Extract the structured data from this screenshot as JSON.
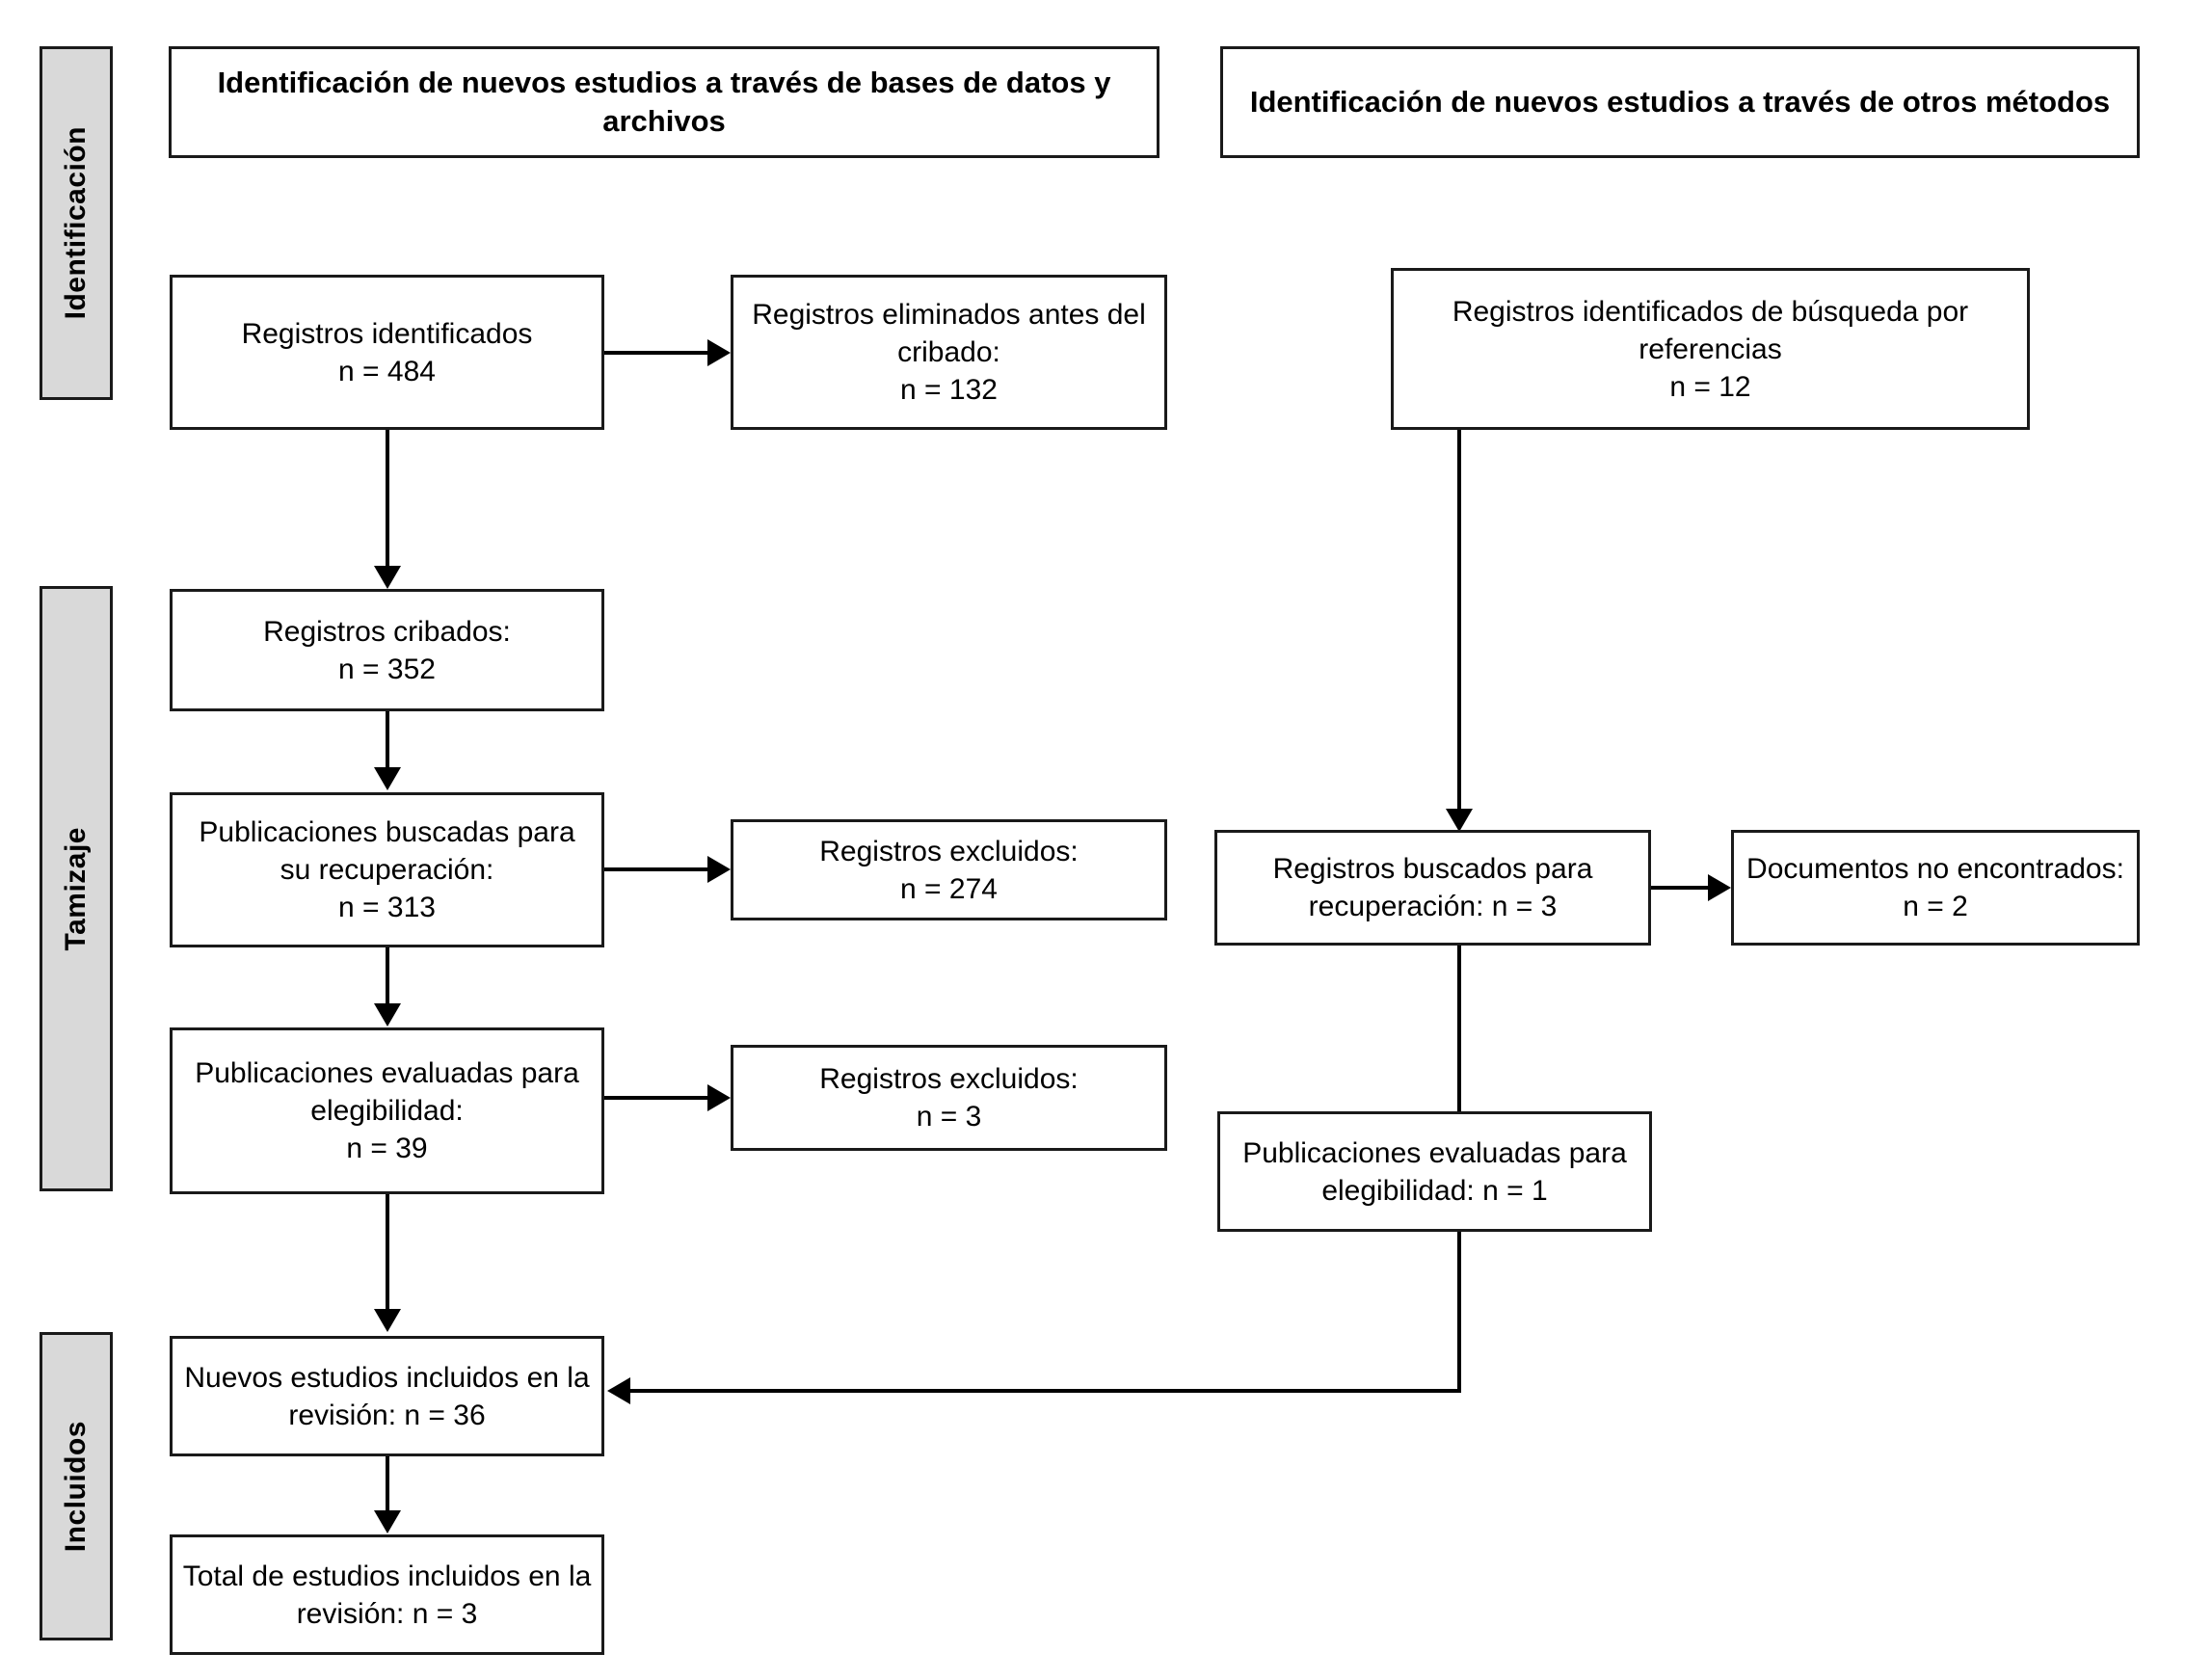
{
  "diagram": {
    "type": "prisma-flow-diagram",
    "language": "es",
    "colors": {
      "band_fill": "#d9d9d9",
      "box_fill": "#ffffff",
      "stroke": "#1a1a1a",
      "text": "#000000"
    },
    "bands": [
      {
        "id": "identificacion",
        "label": "Identificación"
      },
      {
        "id": "tamizaje",
        "label": "Tamizaje"
      },
      {
        "id": "incluidos",
        "label": "Incluidos"
      }
    ],
    "headers": [
      {
        "id": "header-databases",
        "label": "Identificación de nuevos estudios a través de bases de datos y archivos"
      },
      {
        "id": "header-other-methods",
        "label": "Identificación de nuevos estudios a través de otros métodos"
      }
    ],
    "nodes": [
      {
        "id": "records-identified",
        "label": "Registros identificados\nn = 484",
        "n": 484
      },
      {
        "id": "records-removed",
        "label": "Registros eliminados antes del cribado:\nn = 132",
        "n": 132
      },
      {
        "id": "records-identified-refs",
        "label": "Registros identificados de búsqueda por referencias\nn = 12",
        "n": 12
      },
      {
        "id": "records-screened",
        "label": "Registros cribados:\nn = 352",
        "n": 352
      },
      {
        "id": "reports-sought",
        "label": "Publicaciones buscadas para su recuperación:\nn = 313",
        "n": 313
      },
      {
        "id": "records-excluded-1",
        "label": "Registros excluidos:\nn = 274",
        "n": 274
      },
      {
        "id": "reports-sought-other",
        "label": "Registros buscados para recuperación: n = 3",
        "n": 3
      },
      {
        "id": "reports-not-retrieved",
        "label": "Documentos no encontrados: n = 2",
        "n": 2
      },
      {
        "id": "reports-assessed",
        "label": "Publicaciones evaluadas para elegibilidad:\nn = 39",
        "n": 39
      },
      {
        "id": "records-excluded-2",
        "label": "Registros excluidos:\nn = 3",
        "n": 3
      },
      {
        "id": "reports-assessed-other",
        "label": "Publicaciones evaluadas para elegibilidad: n = 1",
        "n": 1
      },
      {
        "id": "new-studies-included",
        "label": "Nuevos estudios incluidos en la revisión: n = 36",
        "n": 36
      },
      {
        "id": "total-studies-included",
        "label": "Total de estudios incluidos en la revisión: n = 3",
        "n": 3
      }
    ]
  }
}
